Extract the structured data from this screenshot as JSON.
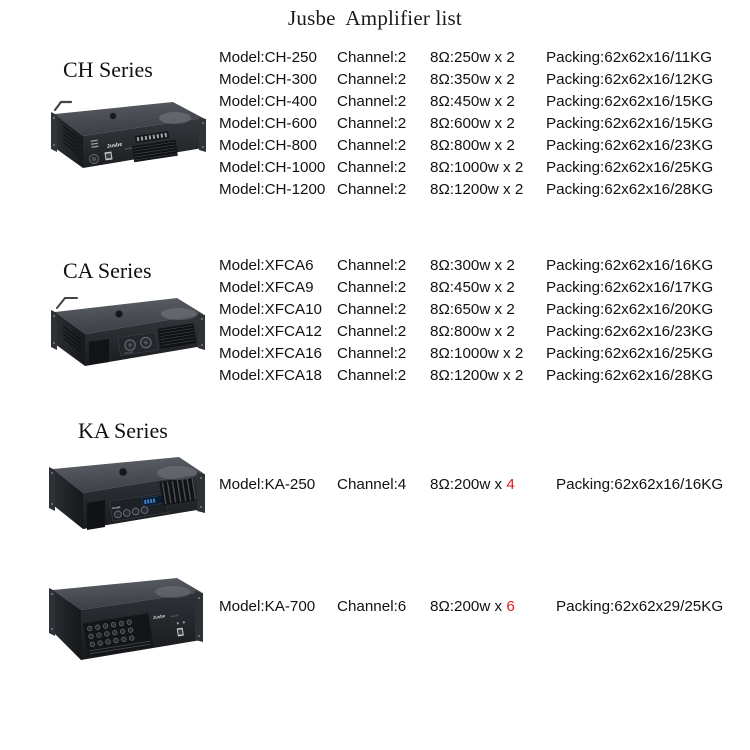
{
  "title": "Jusbe  Amplifier list",
  "colors": {
    "background": "#ffffff",
    "text": "#111111",
    "highlight": "#e01b1b",
    "chassis_dark": "#26282c",
    "chassis_top": "#4a4d53",
    "chassis_face": "#1b1d20"
  },
  "sections": [
    {
      "id": "ch",
      "heading": "CH Series",
      "image_name": "ch-series-amplifier-photo",
      "rows": [
        {
          "model": "Model:CH-250",
          "channel": "Channel:2",
          "power_prefix": "8Ω:250w x ",
          "power_count": "2",
          "power_highlight": false,
          "packing": "Packing:62x62x16/11KG"
        },
        {
          "model": "Model:CH-300",
          "channel": "Channel:2",
          "power_prefix": "8Ω:350w x ",
          "power_count": "2",
          "power_highlight": false,
          "packing": "Packing:62x62x16/12KG"
        },
        {
          "model": "Model:CH-400",
          "channel": "Channel:2",
          "power_prefix": "8Ω:450w x ",
          "power_count": "2",
          "power_highlight": false,
          "packing": "Packing:62x62x16/15KG"
        },
        {
          "model": "Model:CH-600",
          "channel": "Channel:2",
          "power_prefix": "8Ω:600w x ",
          "power_count": "2",
          "power_highlight": false,
          "packing": "Packing:62x62x16/15KG"
        },
        {
          "model": "Model:CH-800",
          "channel": "Channel:2",
          "power_prefix": "8Ω:800w x ",
          "power_count": "2",
          "power_highlight": false,
          "packing": "Packing:62x62x16/23KG"
        },
        {
          "model": "Model:CH-1000",
          "channel": "Channel:2",
          "power_prefix": "8Ω:1000w x ",
          "power_count": "2",
          "power_highlight": false,
          "packing": "Packing:62x62x16/25KG"
        },
        {
          "model": "Model:CH-1200",
          "channel": "Channel:2",
          "power_prefix": "8Ω:1200w x ",
          "power_count": "2",
          "power_highlight": false,
          "packing": "Packing:62x62x16/28KG"
        }
      ]
    },
    {
      "id": "ca",
      "heading": "CA Series",
      "image_name": "ca-series-amplifier-photo",
      "rows": [
        {
          "model": "Model:XFCA6",
          "channel": "Channel:2",
          "power_prefix": "8Ω:300w x ",
          "power_count": "2",
          "power_highlight": false,
          "packing": "Packing:62x62x16/16KG"
        },
        {
          "model": "Model:XFCA9",
          "channel": "Channel:2",
          "power_prefix": "8Ω:450w x ",
          "power_count": "2",
          "power_highlight": false,
          "packing": "Packing:62x62x16/17KG"
        },
        {
          "model": "Model:XFCA10",
          "channel": "Channel:2",
          "power_prefix": "8Ω:650w x ",
          "power_count": "2",
          "power_highlight": false,
          "packing": "Packing:62x62x16/20KG"
        },
        {
          "model": "Model:XFCA12",
          "channel": "Channel:2",
          "power_prefix": "8Ω:800w x ",
          "power_count": "2",
          "power_highlight": false,
          "packing": "Packing:62x62x16/23KG"
        },
        {
          "model": "Model:XFCA16",
          "channel": "Channel:2",
          "power_prefix": "8Ω:1000w x ",
          "power_count": "2",
          "power_highlight": false,
          "packing": "Packing:62x62x16/25KG"
        },
        {
          "model": "Model:XFCA18",
          "channel": "Channel:2",
          "power_prefix": "8Ω:1200w x ",
          "power_count": "2",
          "power_highlight": false,
          "packing": "Packing:62x62x16/28KG"
        }
      ]
    },
    {
      "id": "ka",
      "heading": "KA Series",
      "image_name": "ka-series-amplifier-photo",
      "rows": [
        {
          "model": "Model:KA-250",
          "channel": "Channel:4",
          "power_prefix": "8Ω:200w x ",
          "power_count": "4",
          "power_highlight": true,
          "packing": "Packing:62x62x16/16KG"
        },
        {
          "model": "Model:KA-700",
          "channel": "Channel:6",
          "power_prefix": "8Ω:200w x ",
          "power_count": "6",
          "power_highlight": true,
          "packing": "Packing:62x62x29/25KG"
        }
      ]
    }
  ],
  "brand_mark": "Jusbe"
}
